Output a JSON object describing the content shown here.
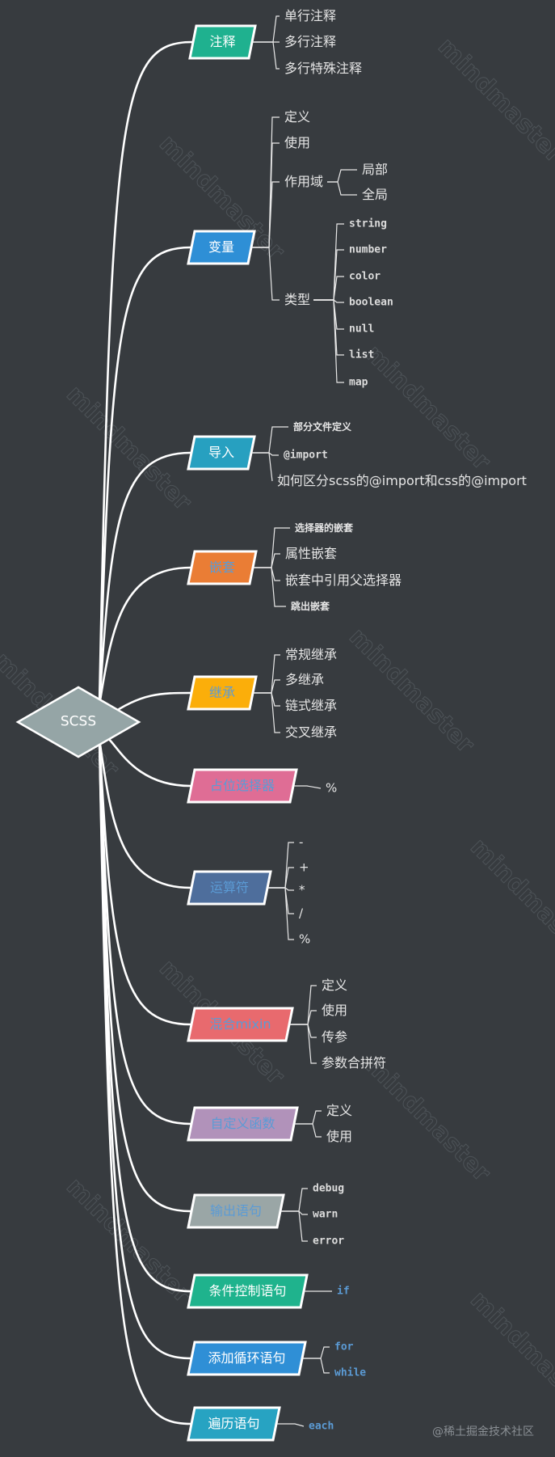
{
  "root": {
    "label": "SCSS",
    "color": "#95a5a6"
  },
  "watermark": "mindmaster",
  "credit": "@稀土掘金技术社区",
  "branches": [
    {
      "label": "注释",
      "color": "#1fb18f",
      "text_color": "#ffffff",
      "children": [
        {
          "label": "单行注释"
        },
        {
          "label": "多行注释"
        },
        {
          "label": "多行特殊注释"
        }
      ]
    },
    {
      "label": "变量",
      "color": "#2e8fd6",
      "text_color": "#ffffff",
      "children": [
        {
          "label": "定义"
        },
        {
          "label": "使用"
        },
        {
          "label": "作用域",
          "children": [
            {
              "label": "局部"
            },
            {
              "label": "全局"
            }
          ]
        },
        {
          "label": "类型",
          "children": [
            {
              "label": "string"
            },
            {
              "label": "number"
            },
            {
              "label": "color"
            },
            {
              "label": "boolean"
            },
            {
              "label": "null"
            },
            {
              "label": "list"
            },
            {
              "label": "map"
            }
          ]
        }
      ]
    },
    {
      "label": "导入",
      "color": "#27a0c0",
      "text_color": "#ffffff",
      "children": [
        {
          "label": "部分文件定义"
        },
        {
          "label": "@import"
        },
        {
          "label": "如何区分scss的@import和css的@import"
        }
      ]
    },
    {
      "label": "嵌套",
      "color": "#ea7d35",
      "text_color": "#5b9bd5",
      "children": [
        {
          "label": "选择器的嵌套"
        },
        {
          "label": "属性嵌套"
        },
        {
          "label": "嵌套中引用父选择器"
        },
        {
          "label": "跳出嵌套"
        }
      ]
    },
    {
      "label": "继承",
      "color": "#fbae0a",
      "text_color": "#5b9bd5",
      "children": [
        {
          "label": "常规继承"
        },
        {
          "label": "多继承"
        },
        {
          "label": "链式继承"
        },
        {
          "label": "交叉继承"
        }
      ]
    },
    {
      "label": "占位选择器",
      "color": "#df6d95",
      "text_color": "#5b9bd5",
      "children": [
        {
          "label": "%"
        }
      ]
    },
    {
      "label": "运算符",
      "color": "#4e6e9c",
      "text_color": "#5b9bd5",
      "children": [
        {
          "label": "-"
        },
        {
          "label": "+"
        },
        {
          "label": "*"
        },
        {
          "label": "/"
        },
        {
          "label": "%"
        }
      ]
    },
    {
      "label": "混合mixin",
      "color": "#e86a6e",
      "text_color": "#5b9bd5",
      "children": [
        {
          "label": "定义"
        },
        {
          "label": "使用"
        },
        {
          "label": "传参"
        },
        {
          "label": "参数合拼符"
        }
      ]
    },
    {
      "label": "自定义函数",
      "color": "#b192ba",
      "text_color": "#5b9bd5",
      "children": [
        {
          "label": "定义"
        },
        {
          "label": "使用"
        }
      ]
    },
    {
      "label": "输出语句",
      "color": "#9aa6a6",
      "text_color": "#5b9bd5",
      "children": [
        {
          "label": "debug"
        },
        {
          "label": "warn"
        },
        {
          "label": "error"
        }
      ]
    },
    {
      "label": "条件控制语句",
      "color": "#1fb38d",
      "text_color": "#ffffff",
      "children": [
        {
          "label": "if"
        }
      ]
    },
    {
      "label": "添加循环语句",
      "color": "#2f8fd6",
      "text_color": "#ffffff",
      "children": [
        {
          "label": "for"
        },
        {
          "label": "while"
        }
      ]
    },
    {
      "label": "遍历语句",
      "color": "#27a3c2",
      "text_color": "#ffffff",
      "children": [
        {
          "label": "each"
        }
      ]
    }
  ]
}
